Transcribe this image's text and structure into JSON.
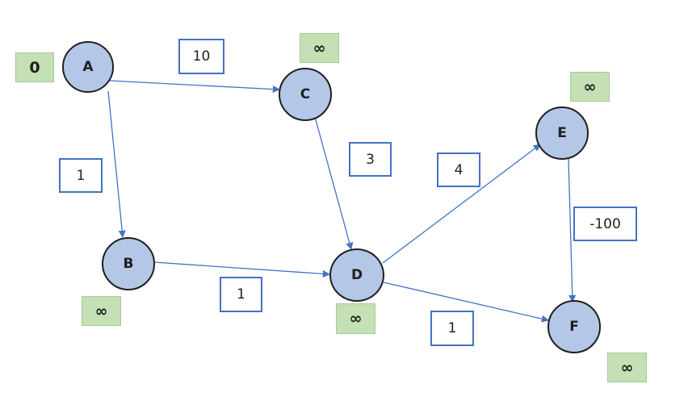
{
  "colors": {
    "node_fill": "#b4c7e7",
    "node_border": "#1f1f1f",
    "edge": "#4472c4",
    "weight_border": "#4472c4",
    "distance_fill": "#c5e0b4"
  },
  "nodes": [
    {
      "id": "A",
      "label": "A",
      "distance": "0"
    },
    {
      "id": "B",
      "label": "B",
      "distance": "∞"
    },
    {
      "id": "C",
      "label": "C",
      "distance": "∞"
    },
    {
      "id": "D",
      "label": "D",
      "distance": "∞"
    },
    {
      "id": "E",
      "label": "E",
      "distance": "∞"
    },
    {
      "id": "F",
      "label": "F",
      "distance": "∞"
    }
  ],
  "edges": [
    {
      "from": "A",
      "to": "C",
      "weight": "10"
    },
    {
      "from": "A",
      "to": "B",
      "weight": "1"
    },
    {
      "from": "C",
      "to": "D",
      "weight": "3"
    },
    {
      "from": "B",
      "to": "D",
      "weight": "1"
    },
    {
      "from": "D",
      "to": "E",
      "weight": "4"
    },
    {
      "from": "D",
      "to": "F",
      "weight": "1"
    },
    {
      "from": "E",
      "to": "F",
      "weight": "-100"
    }
  ]
}
